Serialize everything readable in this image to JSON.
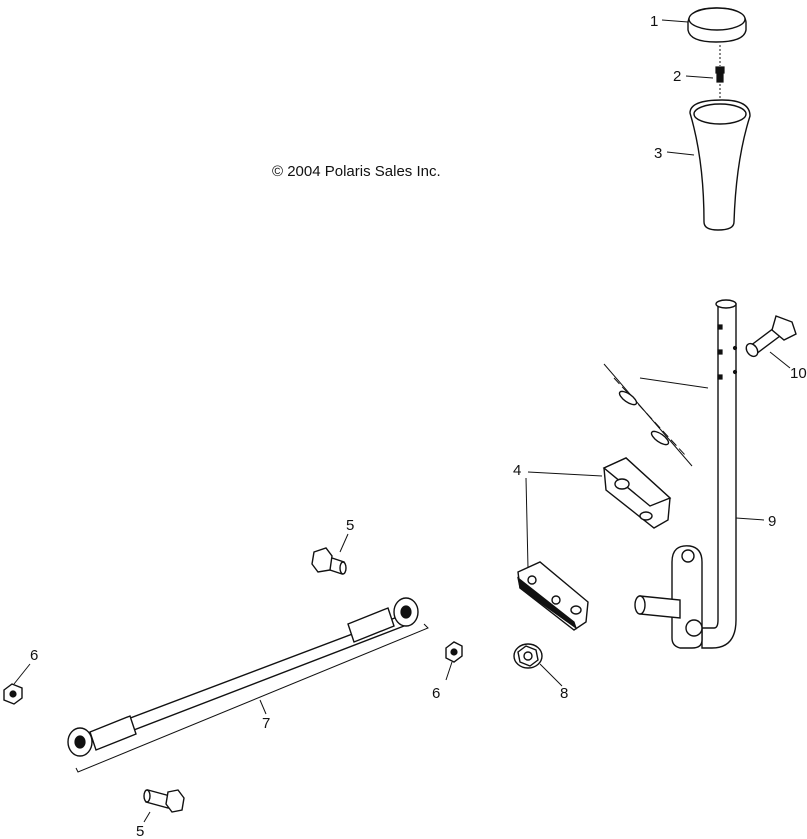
{
  "copyright": "© 2004 Polaris Sales Inc.",
  "callouts": {
    "c1": "1",
    "c2": "2",
    "c3": "3",
    "c4": "4",
    "c5a": "5",
    "c5b": "5",
    "c6a": "6",
    "c6b": "6",
    "c7": "7",
    "c8": "8",
    "c9": "9",
    "c10": "10"
  }
}
